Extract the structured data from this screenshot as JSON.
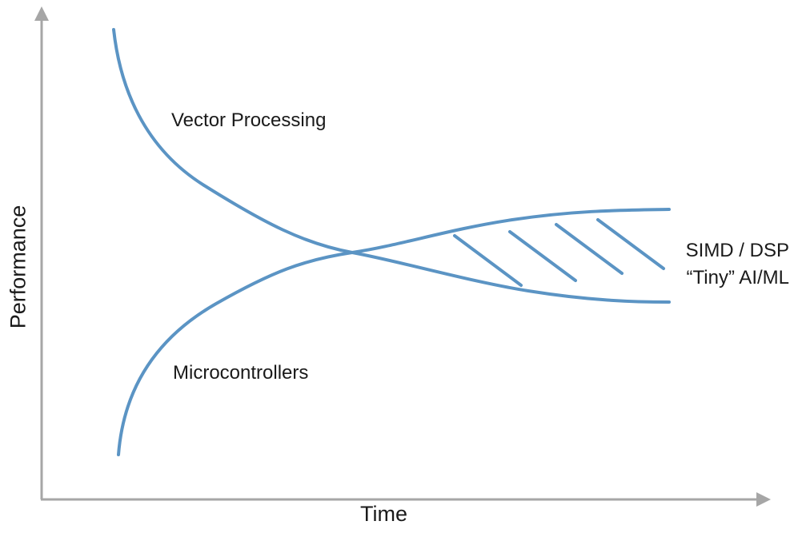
{
  "axes": {
    "x_label": "Time",
    "y_label": "Performance"
  },
  "curves": {
    "vector_processing": {
      "label": "Vector Processing",
      "trend": "decreasing"
    },
    "microcontrollers": {
      "label": "Microcontrollers",
      "trend": "increasing"
    }
  },
  "region": {
    "line1": "SIMD / DSP",
    "line2": "“Tiny” AI/ML"
  },
  "colors": {
    "curve": "#5b94c4",
    "axis": "#a6a6a6",
    "text": "#1a1a1a"
  }
}
